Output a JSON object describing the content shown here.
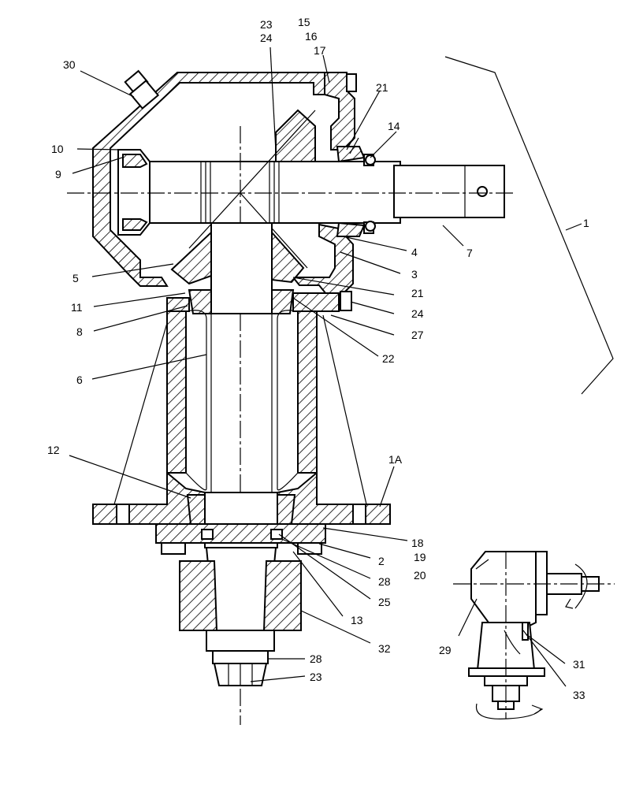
{
  "callouts": {
    "c1": "1",
    "c1A": "1A",
    "c2": "2",
    "c3": "3",
    "c4": "4",
    "c5": "5",
    "c6": "6",
    "c7": "7",
    "c8": "8",
    "c9": "9",
    "c10": "10",
    "c11": "11",
    "c12": "12",
    "c13": "13",
    "c14": "14",
    "c15": "15",
    "c16": "16",
    "c17": "17",
    "c18": "18",
    "c19": "19",
    "c20": "20",
    "c21a": "21",
    "c21b": "21",
    "c22": "22",
    "c23a": "23",
    "c23b": "23",
    "c24a": "24",
    "c24b": "24",
    "c25": "25",
    "c27": "27",
    "c28a": "28",
    "c28b": "28",
    "c29": "29",
    "c30": "30",
    "c31": "31",
    "c32": "32",
    "c33": "33"
  }
}
